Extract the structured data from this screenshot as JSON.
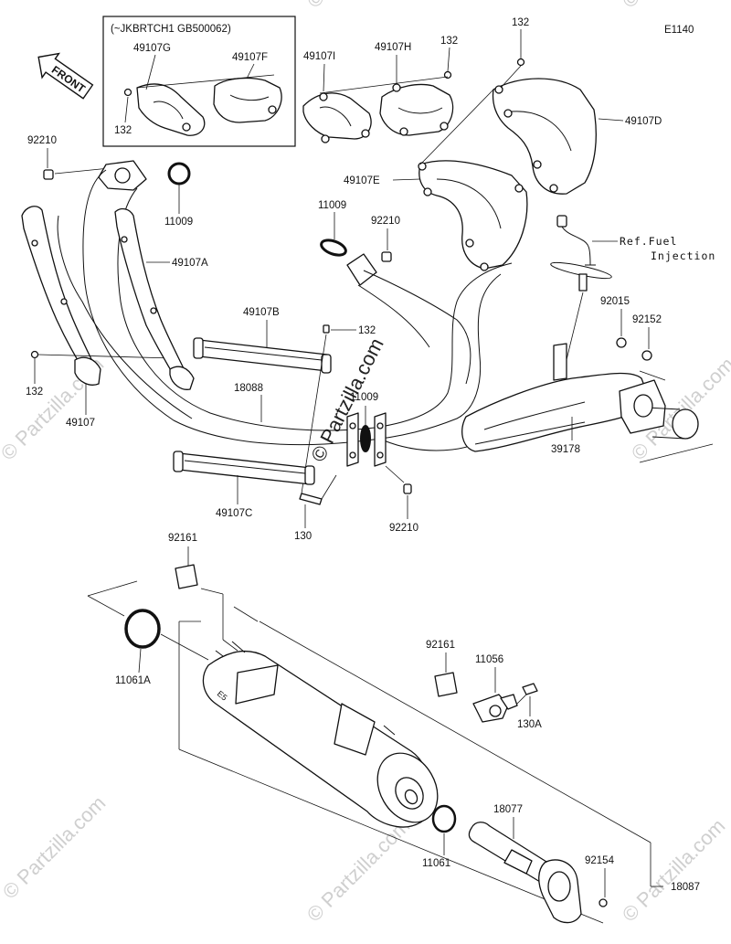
{
  "diagram_code": "E1140",
  "front_label": "FRONT",
  "inset_note": "(~JKBRTCH1 GB500062)",
  "ref_note": {
    "line1": "Ref.Fuel",
    "line2": "Injection"
  },
  "watermark": "© Partzilla.com",
  "parts": {
    "p49107G": "49107G",
    "p49107F": "49107F",
    "p49107I": "49107I",
    "p49107H": "49107H",
    "p132_inset_h": "132",
    "p132_inset_g": "132",
    "p132_top": "132",
    "p49107D": "49107D",
    "p49107E": "49107E",
    "p92210_top": "92210",
    "p11009_left": "11009",
    "p11009_mid": "11009",
    "p92210_mid": "92210",
    "p49107A": "49107A",
    "p49107B": "49107B",
    "p132_mid": "132",
    "p132_left": "132",
    "p49107": "49107",
    "p18088": "18088",
    "p11009_low": "11009",
    "p92015": "92015",
    "p92152": "92152",
    "p39178": "39178",
    "p49107C": "49107C",
    "p130": "130",
    "p92210_low": "92210",
    "p92161_top": "92161",
    "p11061A": "11061A",
    "p92161_mid": "92161",
    "p11056": "11056",
    "p130A": "130A",
    "p18077": "18077",
    "p11061": "11061",
    "p92154": "92154",
    "p18087": "18087"
  }
}
